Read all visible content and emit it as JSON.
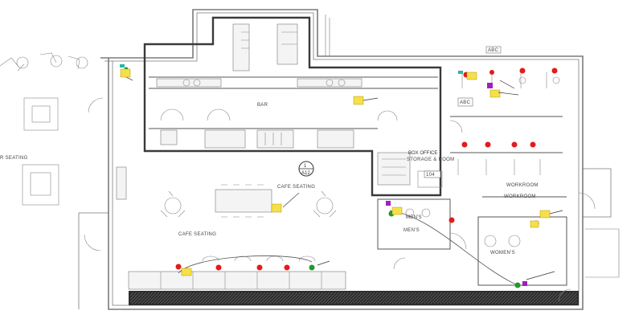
{
  "labels": {
    "bar": "BAR",
    "cafe_seating_top": "CAFE SEATING",
    "cafe_seating_bottom": "CAFE SEATING",
    "outdoor_seating": "R SEATING",
    "mens": "MEN'S",
    "womens": "WOMEN'S",
    "workroom": "WORKROOM",
    "workroom2": "WORKROOM",
    "box_office": "BOX OFFICE",
    "box_office_sub": "STORAGE & ROOM",
    "section_tag_top": "1",
    "section_tag_bottom": "A12",
    "ref_tag": "104",
    "tag_a": "ABC",
    "tag_b": "ABC"
  },
  "colors": {
    "wall": "#7a7a7a",
    "bold_outline": "#3a3a3a",
    "note": "#f5e04a",
    "red": "#e31b1b",
    "green": "#1f9a2c",
    "purple": "#a020c0",
    "teal": "#2bb3a6"
  }
}
